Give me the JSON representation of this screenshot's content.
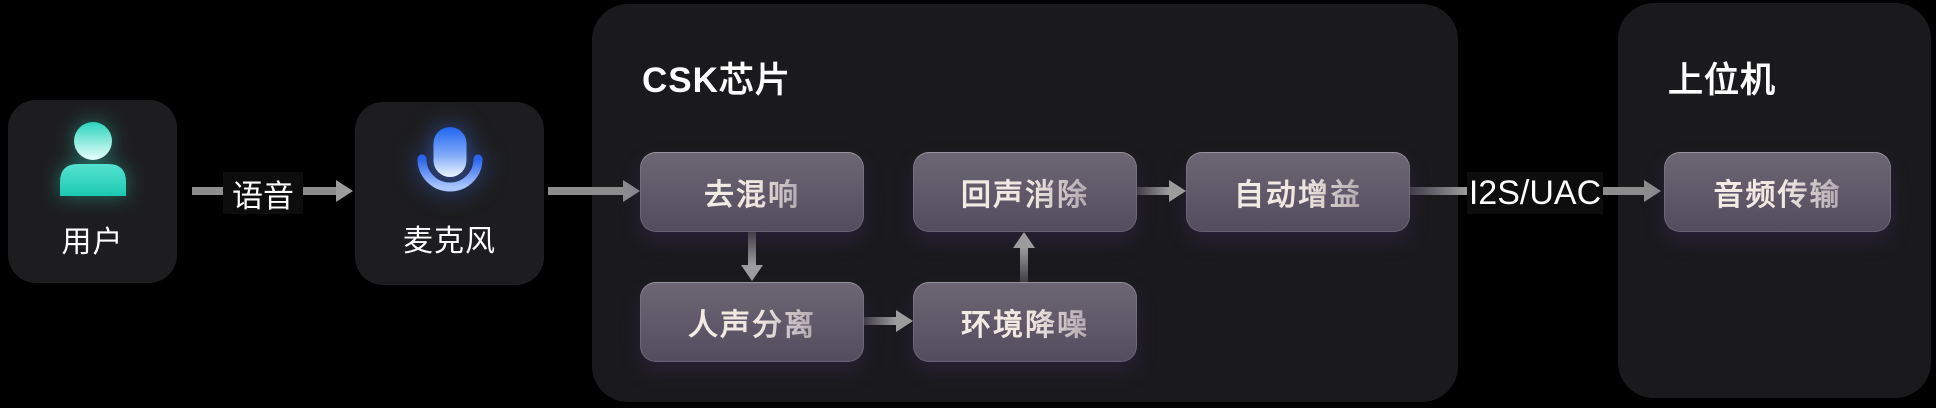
{
  "page": {
    "background": "#000000",
    "card_bg": "#1d1d1f",
    "container_bg": "#1a1a1c",
    "arrow_color": "#8d8d8d",
    "box_fill_top": "#6c6674",
    "box_fill_bottom": "#524c5e",
    "box_text_color": "#ece4db",
    "teal_accent": "#2bd6bf",
    "blue_accent": "#2f72f2"
  },
  "nodes": {
    "user": {
      "label": "用户",
      "icon": "person-icon"
    },
    "microphone": {
      "label": "麦克风",
      "icon": "microphone-icon"
    }
  },
  "edges": {
    "voice": {
      "label": "语音"
    },
    "i2s": {
      "label": "I2S/UAC"
    }
  },
  "csk_chip": {
    "title": "CSK芯片",
    "boxes": [
      {
        "id": "dereverberation",
        "label": "去混响"
      },
      {
        "id": "echo-cancellation",
        "label": "回声消除"
      },
      {
        "id": "auto-gain",
        "label": "自动增益"
      },
      {
        "id": "voice-separation",
        "label": "人声分离"
      },
      {
        "id": "noise-reduction",
        "label": "环境降噪"
      }
    ]
  },
  "host": {
    "title": "上位机",
    "boxes": [
      {
        "id": "audio-transfer",
        "label": "音频传输"
      }
    ]
  }
}
